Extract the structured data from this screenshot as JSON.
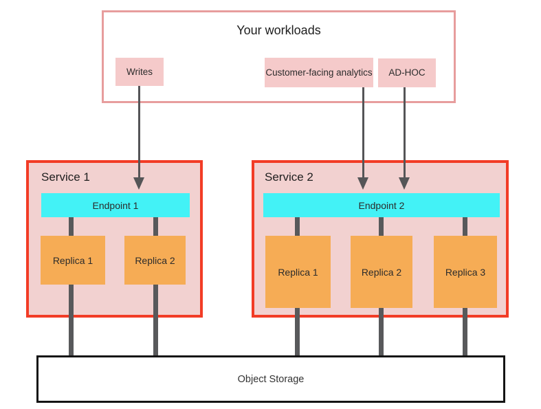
{
  "diagram": {
    "workloads": {
      "title": "Your workloads",
      "items": [
        {
          "label": "Writes"
        },
        {
          "label": "Customer-facing analytics"
        },
        {
          "label": "AD-HOC"
        }
      ]
    },
    "services": [
      {
        "title": "Service 1",
        "endpoint": "Endpoint 1",
        "replicas": [
          "Replica 1",
          "Replica 2"
        ]
      },
      {
        "title": "Service 2",
        "endpoint": "Endpoint 2",
        "replicas": [
          "Replica 1",
          "Replica 2",
          "Replica 3"
        ]
      }
    ],
    "storage": {
      "label": "Object Storage"
    }
  },
  "colors": {
    "workloads_border": "#e79d9d",
    "label_fill": "#f5caca",
    "service_border": "#f23c26",
    "service_fill": "#f2d1d0",
    "endpoint_fill": "#43f2f6",
    "replica_fill": "#f6ac55",
    "connector": "#58595b",
    "arrow": "#555557",
    "storage_border": "#141414",
    "title_text": "#1e1e1e",
    "label_text": "#2b2b2b",
    "storage_text": "#333333"
  }
}
